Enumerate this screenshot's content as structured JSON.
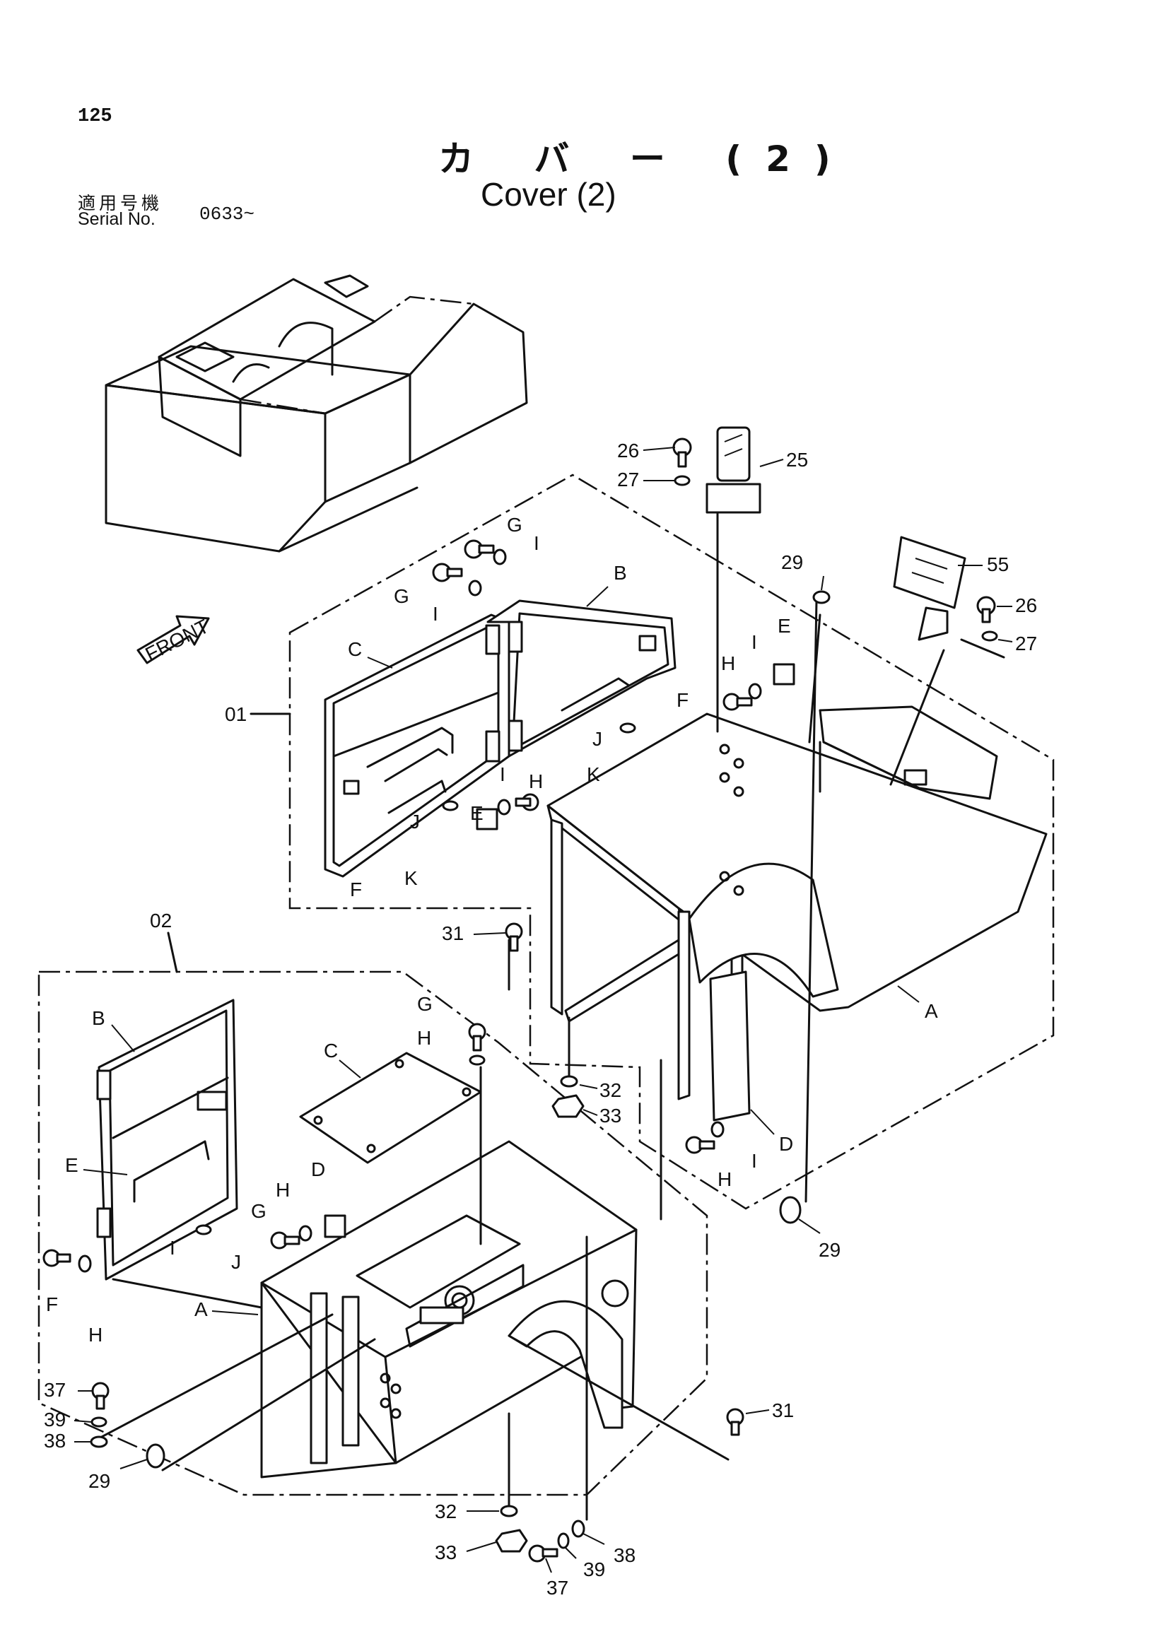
{
  "page_number": "125",
  "title_jp": "カ バ ー (2)",
  "title_en": "Cover (2)",
  "serial_label_jp": "適用号機",
  "serial_label_en": "Serial No.",
  "serial_range": "0633~",
  "front_label": "FRONT",
  "assembly_labels": {
    "assy_01": "01",
    "assy_02": "02"
  },
  "part_callouts": {
    "p25": "25",
    "p26a": "26",
    "p27a": "27",
    "p29a": "29",
    "p55": "55",
    "p26b": "26",
    "p27b": "27",
    "p31a": "31",
    "p32a": "32",
    "p33a": "33",
    "p29b": "29",
    "p37a": "37",
    "p39a": "39",
    "p38a": "38",
    "p29c": "29",
    "p31b": "31",
    "p32b": "32",
    "p33b": "33",
    "p37b": "37",
    "p39b": "39",
    "p38b": "38"
  },
  "letter_callouts": {
    "upper_G1": "G",
    "upper_G2": "G",
    "upper_I1": "I",
    "upper_I2": "I",
    "upper_B": "B",
    "upper_C": "C",
    "upper_F1": "F",
    "upper_F2": "F",
    "upper_J1": "J",
    "upper_J2": "J",
    "upper_K1": "K",
    "upper_K2": "K",
    "upper_E1": "E",
    "upper_I3": "I",
    "upper_H1": "H",
    "upper_E2": "E",
    "upper_I4": "I",
    "upper_H2": "H",
    "upper_A": "A",
    "upper_D": "D",
    "upper_I5": "I",
    "upper_H3": "H",
    "lower_B": "B",
    "lower_E": "E",
    "lower_C": "C",
    "lower_G1": "G",
    "lower_H1": "H",
    "lower_D": "D",
    "lower_G2": "G",
    "lower_H2": "H",
    "lower_I": "I",
    "lower_J": "J",
    "lower_F": "F",
    "lower_H3": "H",
    "lower_A": "A"
  }
}
